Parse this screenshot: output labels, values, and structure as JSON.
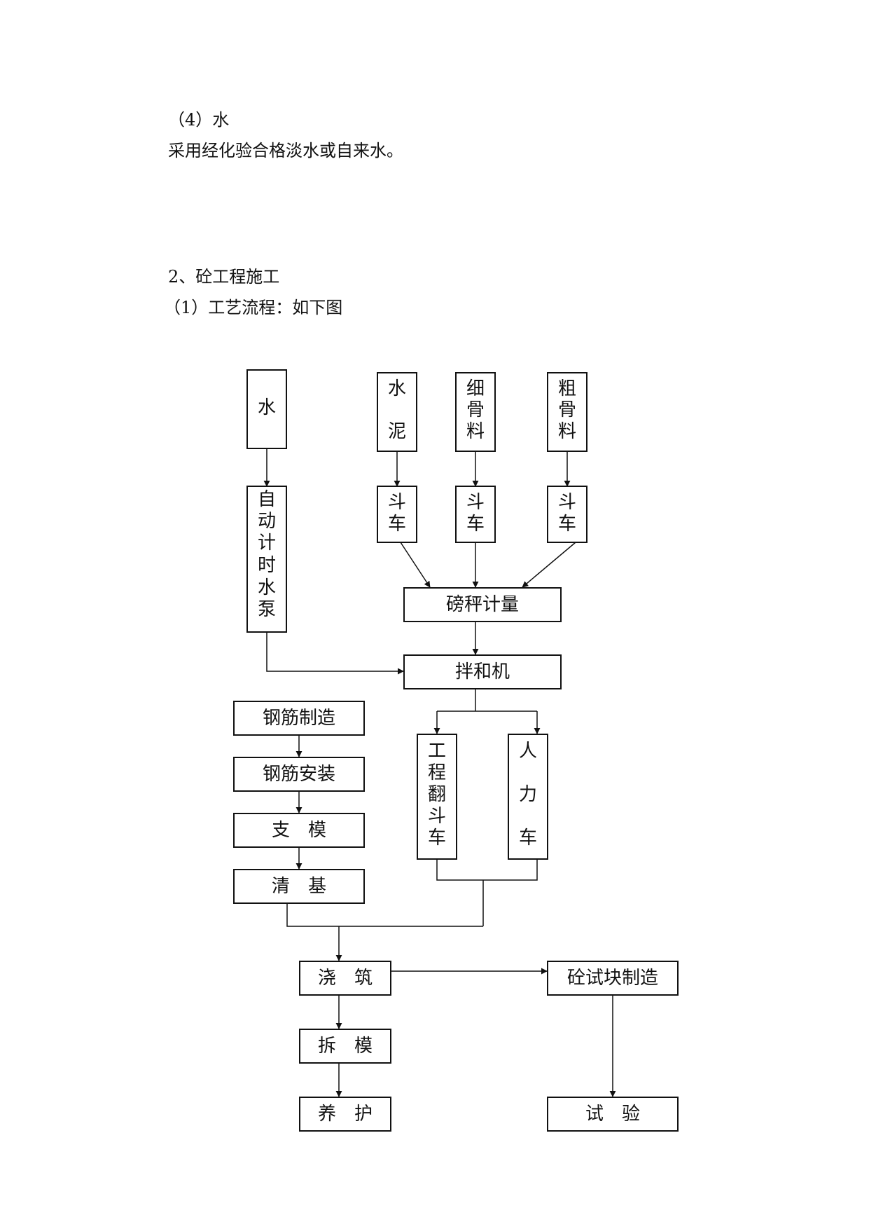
{
  "section_water": {
    "heading": "（4）水",
    "text": "采用经化验合格淡水或自来水。"
  },
  "section_concrete": {
    "heading": "2、砼工程施工",
    "subheading": "（1）工艺流程：如下图"
  },
  "flowchart": {
    "nodes": {
      "water": "水",
      "cement": "水泥",
      "fine_agg": "细骨料",
      "coarse_agg": "粗骨料",
      "auto_pump": "自动计时水泵",
      "hopper_cement": "斗车",
      "hopper_fine": "斗车",
      "hopper_coarse": "斗车",
      "scale": "磅秤计量",
      "mixer": "拌和机",
      "rebar_make": "钢筋制造",
      "rebar_install": "钢筋安装",
      "formwork": "支　模",
      "clean_base": "清　基",
      "dump_truck": "工程翻斗车",
      "hand_cart": "人力车",
      "pour": "浇　筑",
      "specimen": "砼试块制造",
      "strip": "拆　模",
      "cure": "养　护",
      "test": "试　验"
    }
  }
}
